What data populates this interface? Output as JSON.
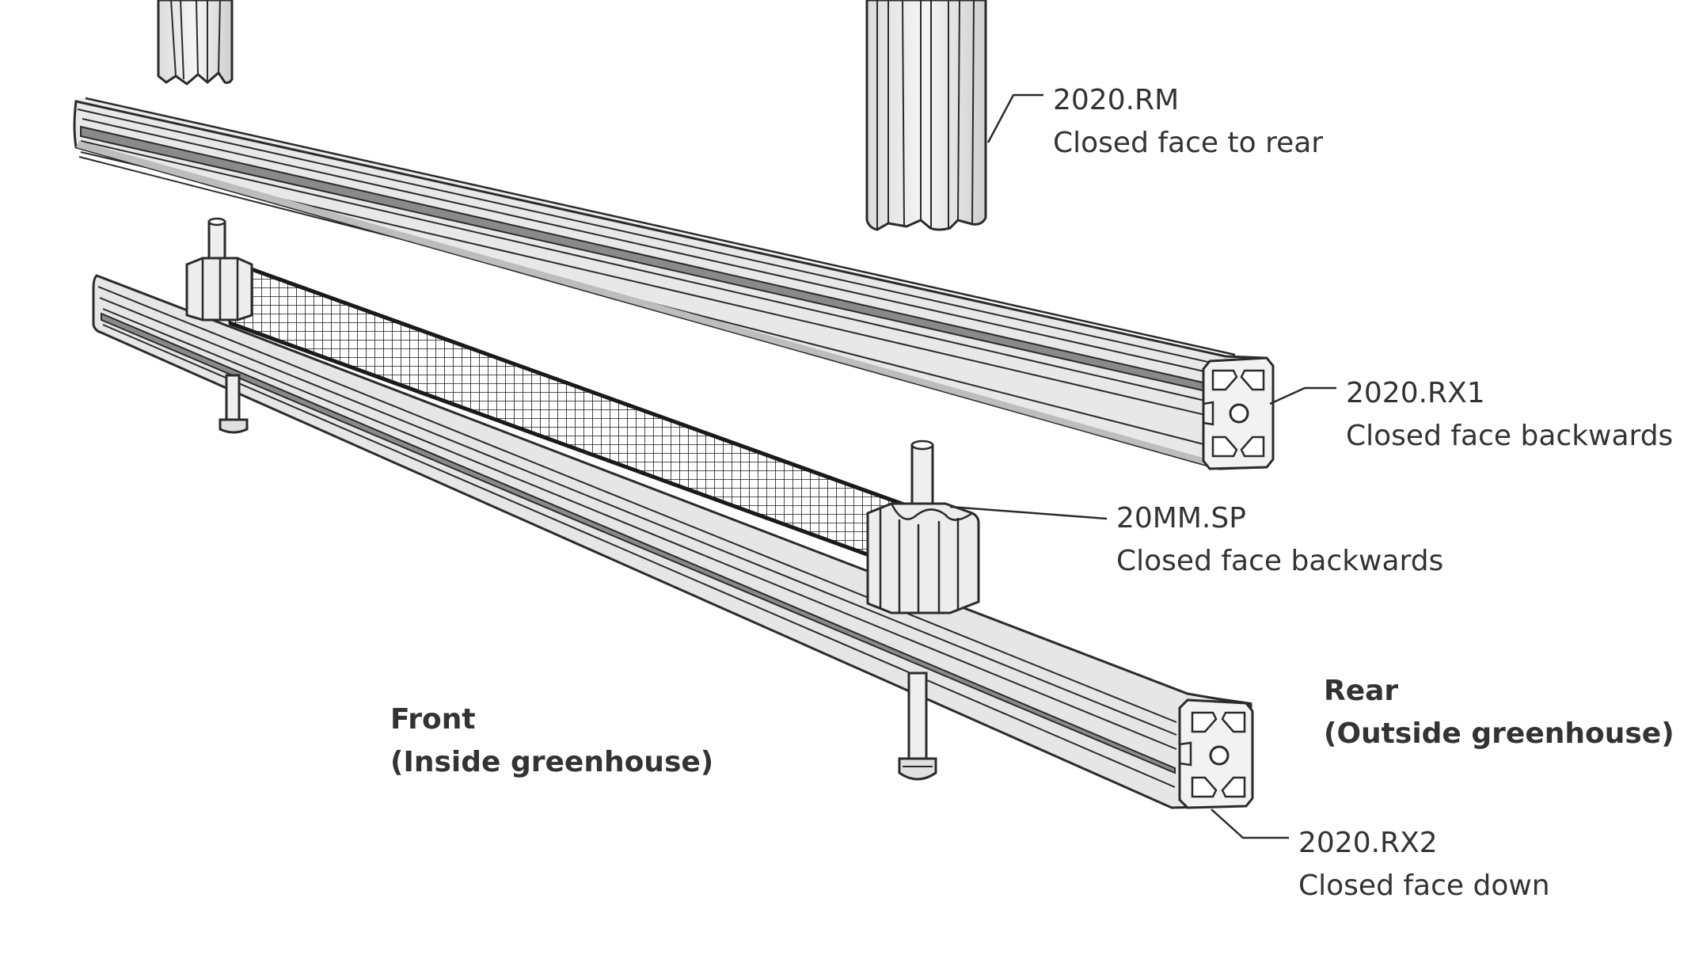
{
  "colors": {
    "line": "#2b2b2b",
    "metal_light": "#ededed",
    "metal_mid": "#d6d6d6",
    "metal_dark": "#9a9a9a",
    "slot_shadow": "#6e6e6e",
    "mesh": "#1a1a1a",
    "text": "#333333"
  },
  "labels": {
    "rm": {
      "part": "2020.RM",
      "note": "Closed face to rear"
    },
    "rx1": {
      "part": "2020.RX1",
      "note": "Closed face backwards"
    },
    "sp": {
      "part": "20MM.SP",
      "note": "Closed face backwards"
    },
    "rx2": {
      "part": "2020.RX2",
      "note": "Closed face down"
    },
    "front": {
      "line1": "Front",
      "line2": "(Inside greenhouse)"
    },
    "rear": {
      "line1": "Rear",
      "line2": "(Outside greenhouse)"
    }
  }
}
